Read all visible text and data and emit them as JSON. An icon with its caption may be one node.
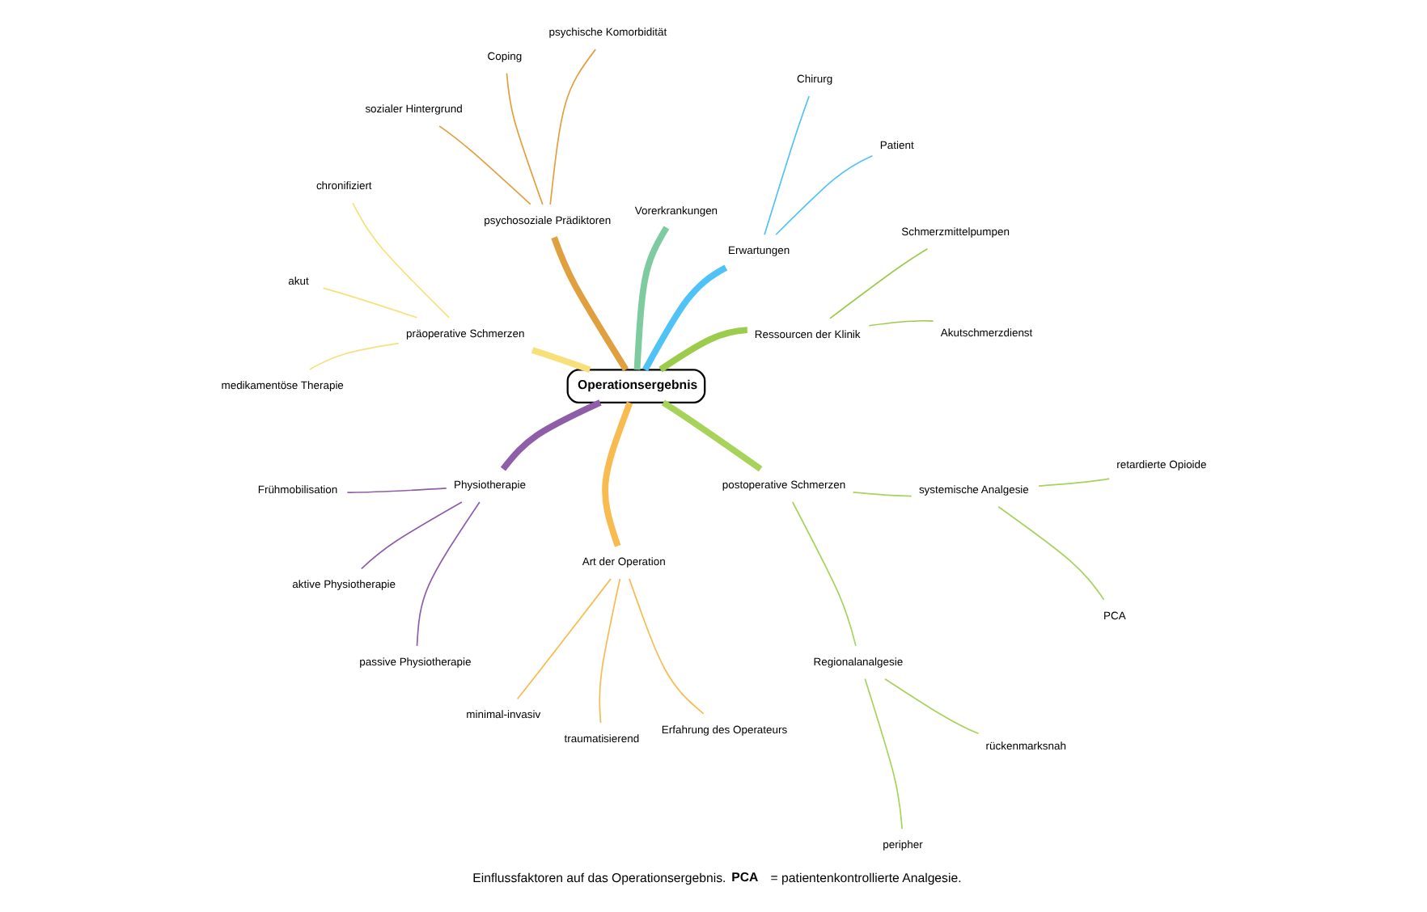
{
  "diagram": {
    "caption": "Einflussfaktoren auf das Operationsergebnis. **PCA** = patientenkontrollierte Analgesie.",
    "nodes": [
      {
        "text": [
          "Operationsergebnis"
        ]
      },
      {
        "text": [
          "Ressourcen der Klinik"
        ]
      },
      {
        "text": [
          "Akutschmerzdienst"
        ]
      },
      {
        "text": [
          "Schmerzmittelpumpen"
        ]
      },
      {
        "text": [
          "Erwartungen"
        ]
      },
      {
        "text": [
          "Patient"
        ]
      },
      {
        "text": [
          "Chirurg"
        ]
      },
      {
        "text": [
          "Vorerkrankungen"
        ]
      },
      {
        "text": [
          "psychosoziale Prädiktoren"
        ]
      },
      {
        "text": [
          "psychische Komorbidität"
        ]
      },
      {
        "text": [
          "Coping"
        ]
      },
      {
        "text": [
          "sozialer Hintergrund"
        ]
      },
      {
        "text": [
          "präoperative Schmerzen"
        ]
      },
      {
        "text": [
          "chronifiziert"
        ]
      },
      {
        "text": [
          "akut"
        ]
      },
      {
        "text": [
          "medikamentöse Therapie"
        ]
      },
      {
        "text": [
          "Physiotherapie"
        ]
      },
      {
        "text": [
          "Frühmobilisation"
        ]
      },
      {
        "text": [
          "aktive Physiotherapie"
        ]
      },
      {
        "text": [
          "passive Physiotherapie"
        ]
      },
      {
        "text": [
          "Art der Operation"
        ]
      },
      {
        "text": [
          "minimal-invasiv"
        ]
      },
      {
        "text": [
          "traumatisierend"
        ]
      },
      {
        "text": [
          "Erfahrung des Operateurs"
        ]
      },
      {
        "text": [
          "postoperative Schmerzen"
        ]
      },
      {
        "text": [
          "Regionalanalgesie"
        ]
      },
      {
        "text": [
          "peripher"
        ]
      },
      {
        "text": [
          "rückenmarksnah"
        ]
      },
      {
        "text": [
          "systemische Analgesie"
        ]
      },
      {
        "text": [
          "PCA"
        ]
      },
      {
        "text": [
          "retardierte Opioide"
        ]
      }
    ],
    "edges": [
      {
        "from": 0,
        "to": 1,
        "arrow": "none",
        "style": "thick",
        "color": "#9ccc4c"
      },
      {
        "from": 1,
        "to": 2,
        "arrow": "none",
        "color": "#9ccc4c"
      },
      {
        "from": 1,
        "to": 3,
        "arrow": "none",
        "color": "#9ccc4c"
      },
      {
        "from": 0,
        "to": 4,
        "arrow": "none",
        "style": "thick",
        "color": "#4fc3f7"
      },
      {
        "from": 4,
        "to": 5,
        "arrow": "none",
        "color": "#4fc3f7"
      },
      {
        "from": 4,
        "to": 6,
        "arrow": "none",
        "color": "#4fc3f7"
      },
      {
        "from": 0,
        "to": 7,
        "arrow": "none",
        "style": "thick",
        "color": "#7fcba0"
      },
      {
        "from": 0,
        "to": 8,
        "arrow": "none",
        "style": "thick",
        "color": "#e0a040"
      },
      {
        "from": 8,
        "to": 9,
        "arrow": "none",
        "color": "#e0a040"
      },
      {
        "from": 8,
        "to": 10,
        "arrow": "none",
        "color": "#e0a040"
      },
      {
        "from": 8,
        "to": 11,
        "arrow": "none",
        "color": "#e0a040"
      },
      {
        "from": 0,
        "to": 12,
        "arrow": "none",
        "style": "thick",
        "color": "#f7e07a"
      },
      {
        "from": 12,
        "to": 13,
        "arrow": "none",
        "color": "#f7e07a"
      },
      {
        "from": 12,
        "to": 14,
        "arrow": "none",
        "color": "#f7e07a"
      },
      {
        "from": 12,
        "to": 15,
        "arrow": "none",
        "color": "#f7e07a"
      },
      {
        "from": 0,
        "to": 16,
        "arrow": "none",
        "style": "thick",
        "color": "#8e5fa8"
      },
      {
        "from": 16,
        "to": 17,
        "arrow": "none",
        "color": "#8e5fa8"
      },
      {
        "from": 16,
        "to": 18,
        "arrow": "none",
        "color": "#8e5fa8"
      },
      {
        "from": 16,
        "to": 19,
        "arrow": "none",
        "color": "#8e5fa8"
      },
      {
        "from": 0,
        "to": 20,
        "arrow": "none",
        "style": "thick",
        "color": "#f8bb50"
      },
      {
        "from": 20,
        "to": 21,
        "arrow": "none",
        "color": "#f8bb50"
      },
      {
        "from": 20,
        "to": 22,
        "arrow": "none",
        "color": "#f8bb50"
      },
      {
        "from": 20,
        "to": 23,
        "arrow": "none",
        "color": "#f8bb50"
      },
      {
        "from": 0,
        "to": 24,
        "arrow": "none",
        "style": "thick",
        "color": "#a8d35a"
      },
      {
        "from": 24,
        "to": 25,
        "arrow": "none",
        "color": "#a8d35a"
      },
      {
        "from": 25,
        "to": 26,
        "arrow": "none",
        "color": "#a8d35a"
      },
      {
        "from": 25,
        "to": 27,
        "arrow": "none",
        "color": "#a8d35a"
      },
      {
        "from": 24,
        "to": 28,
        "arrow": "none",
        "color": "#a8d35a"
      },
      {
        "from": 28,
        "to": 29,
        "arrow": "none",
        "color": "#a8d35a"
      },
      {
        "from": 28,
        "to": 30,
        "arrow": "none",
        "color": "#a8d35a"
      }
    ]
  }
}
